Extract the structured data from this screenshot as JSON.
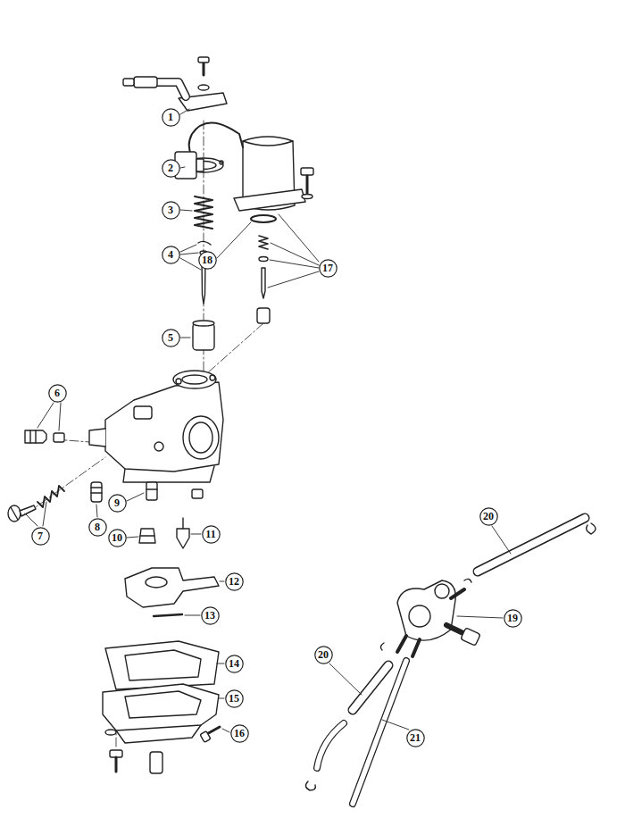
{
  "diagram": {
    "nodes": [
      {
        "text": [
          "1"
        ]
      },
      {
        "text": [
          "2"
        ]
      },
      {
        "text": [
          "3"
        ]
      },
      {
        "text": [
          "4"
        ]
      },
      {
        "text": [
          "5"
        ]
      },
      {
        "text": [
          "6"
        ]
      },
      {
        "text": [
          "7"
        ]
      },
      {
        "text": [
          "8"
        ]
      },
      {
        "text": [
          "9"
        ]
      },
      {
        "text": [
          "10"
        ]
      },
      {
        "text": [
          "11"
        ]
      },
      {
        "text": [
          "12"
        ]
      },
      {
        "text": [
          "13"
        ]
      },
      {
        "text": [
          "14"
        ]
      },
      {
        "text": [
          "15"
        ]
      },
      {
        "text": [
          "16"
        ]
      },
      {
        "text": [
          "17"
        ]
      },
      {
        "text": [
          "18"
        ]
      },
      {
        "text": [
          "19"
        ]
      },
      {
        "text": [
          "20"
        ]
      },
      {
        "text": [
          "20"
        ]
      },
      {
        "text": [
          "21"
        ]
      }
    ]
  }
}
